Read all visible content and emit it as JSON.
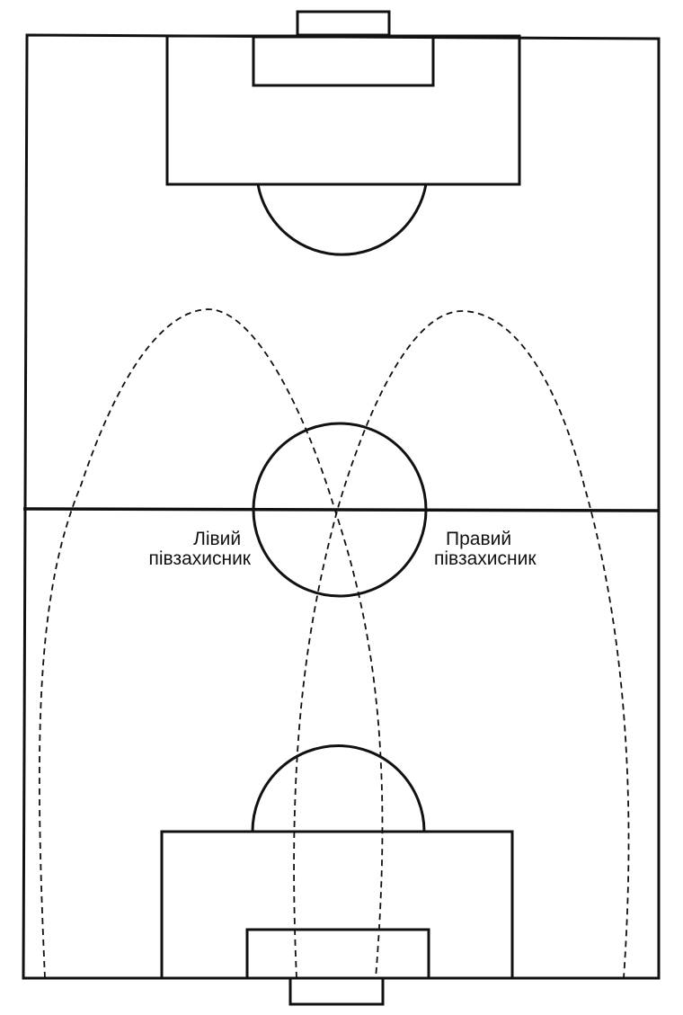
{
  "colors": {
    "line": "#111111",
    "background": "#ffffff"
  },
  "labels": {
    "left_midfielder": {
      "line1": "Лівий",
      "line2": "півзахисник"
    },
    "right_midfielder": {
      "line1": "Правий",
      "line2": "півзахисник"
    }
  }
}
